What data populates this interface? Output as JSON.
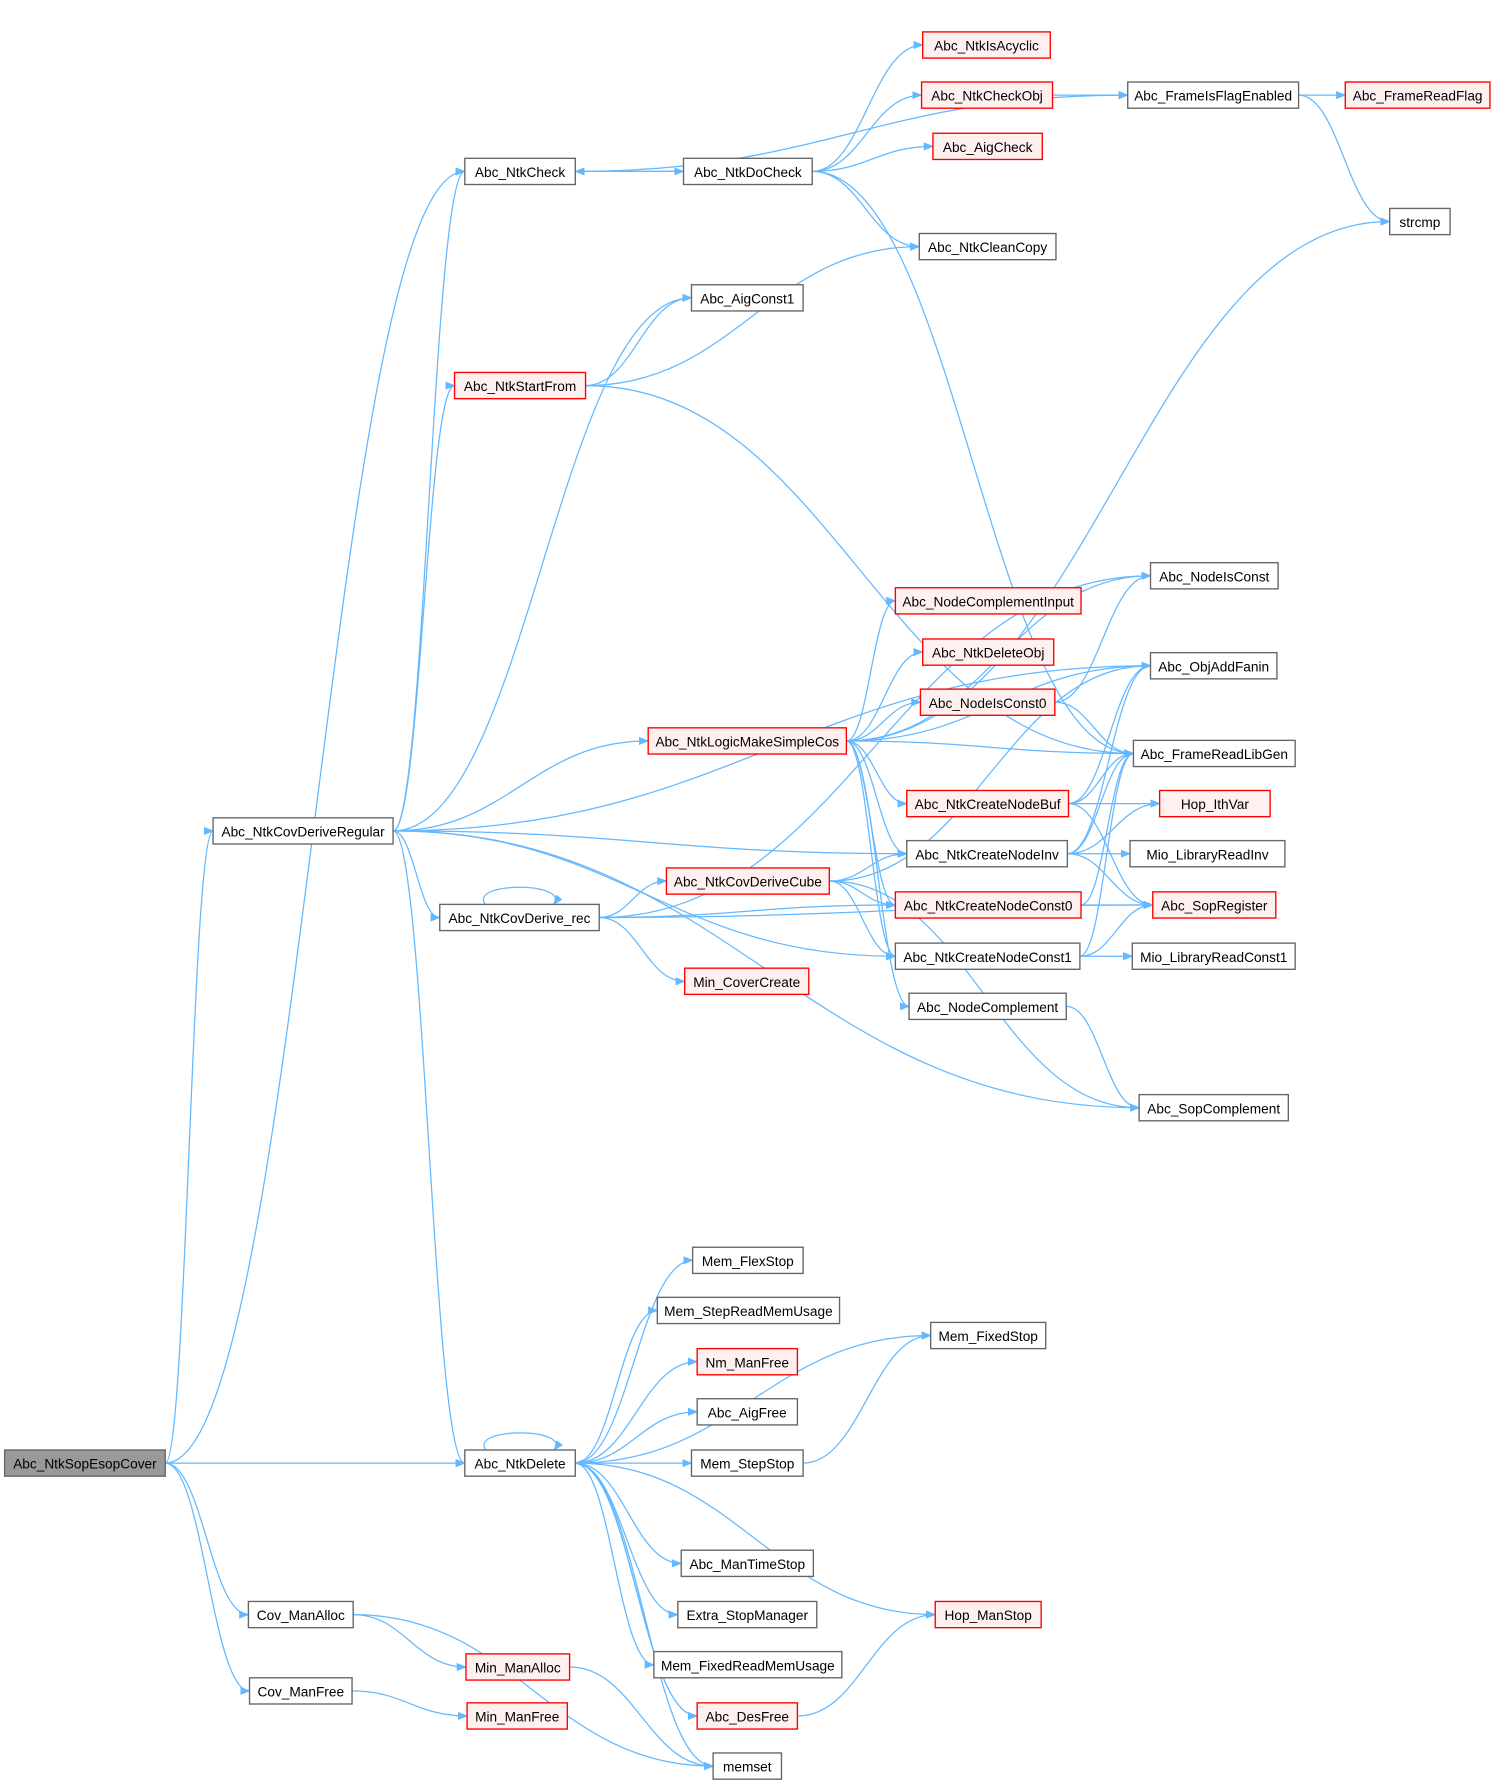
{
  "graph": {
    "title": "Call graph of Abc_NtkSopEsopCover",
    "colors": {
      "edge": "#63b8ff",
      "root_fill": "#999999",
      "red_border": "#ff0000",
      "red_fill": "#fff0f0",
      "normal_border": "#666666"
    },
    "nodes": [
      {
        "id": "root",
        "label": "Abc_NtkSopEsopCover",
        "style": "root"
      },
      {
        "id": "covreg",
        "label": "Abc_NtkCovDeriveRegular",
        "style": "normal"
      },
      {
        "id": "ntkcheck",
        "label": "Abc_NtkCheck",
        "style": "normal"
      },
      {
        "id": "docheck",
        "label": "Abc_NtkDoCheck",
        "style": "normal"
      },
      {
        "id": "acyclic",
        "label": "Abc_NtkIsAcyclic",
        "style": "red"
      },
      {
        "id": "checkobj",
        "label": "Abc_NtkCheckObj",
        "style": "red"
      },
      {
        "id": "aigcheck",
        "label": "Abc_AigCheck",
        "style": "red"
      },
      {
        "id": "cleancopy",
        "label": "Abc_NtkCleanCopy",
        "style": "normal"
      },
      {
        "id": "flagen",
        "label": "Abc_FrameIsFlagEnabled",
        "style": "normal"
      },
      {
        "id": "readflag",
        "label": "Abc_FrameReadFlag",
        "style": "red"
      },
      {
        "id": "strcmp",
        "label": "strcmp",
        "style": "normal"
      },
      {
        "id": "aigconst1",
        "label": "Abc_AigConst1",
        "style": "normal"
      },
      {
        "id": "startfrom",
        "label": "Abc_NtkStartFrom",
        "style": "red"
      },
      {
        "id": "nodeisconst",
        "label": "Abc_NodeIsConst",
        "style": "normal"
      },
      {
        "id": "compinput",
        "label": "Abc_NodeComplementInput",
        "style": "red"
      },
      {
        "id": "deleteobj",
        "label": "Abc_NtkDeleteObj",
        "style": "red"
      },
      {
        "id": "addfanin",
        "label": "Abc_ObjAddFanin",
        "style": "normal"
      },
      {
        "id": "isconst0",
        "label": "Abc_NodeIsConst0",
        "style": "red"
      },
      {
        "id": "simplecos",
        "label": "Abc_NtkLogicMakeSimpleCos",
        "style": "red"
      },
      {
        "id": "libgen",
        "label": "Abc_FrameReadLibGen",
        "style": "normal"
      },
      {
        "id": "nodebuf",
        "label": "Abc_NtkCreateNodeBuf",
        "style": "red"
      },
      {
        "id": "ithvar",
        "label": "Hop_IthVar",
        "style": "red"
      },
      {
        "id": "nodeinv",
        "label": "Abc_NtkCreateNodeInv",
        "style": "normal"
      },
      {
        "id": "readinv",
        "label": "Mio_LibraryReadInv",
        "style": "normal"
      },
      {
        "id": "derivecube",
        "label": "Abc_NtkCovDeriveCube",
        "style": "red"
      },
      {
        "id": "deriverec",
        "label": "Abc_NtkCovDerive_rec",
        "style": "normal"
      },
      {
        "id": "const0",
        "label": "Abc_NtkCreateNodeConst0",
        "style": "red"
      },
      {
        "id": "sopreg",
        "label": "Abc_SopRegister",
        "style": "red"
      },
      {
        "id": "const1",
        "label": "Abc_NtkCreateNodeConst1",
        "style": "normal"
      },
      {
        "id": "readconst1",
        "label": "Mio_LibraryReadConst1",
        "style": "normal"
      },
      {
        "id": "covercreate",
        "label": "Min_CoverCreate",
        "style": "red"
      },
      {
        "id": "nodecomp",
        "label": "Abc_NodeComplement",
        "style": "normal"
      },
      {
        "id": "sopcomp",
        "label": "Abc_SopComplement",
        "style": "normal"
      },
      {
        "id": "flexstop",
        "label": "Mem_FlexStop",
        "style": "normal"
      },
      {
        "id": "stepusage",
        "label": "Mem_StepReadMemUsage",
        "style": "normal"
      },
      {
        "id": "fixedstop",
        "label": "Mem_FixedStop",
        "style": "normal"
      },
      {
        "id": "nmfree",
        "label": "Nm_ManFree",
        "style": "red"
      },
      {
        "id": "aigfree",
        "label": "Abc_AigFree",
        "style": "normal"
      },
      {
        "id": "ntkdelete",
        "label": "Abc_NtkDelete",
        "style": "normal"
      },
      {
        "id": "stepstop",
        "label": "Mem_StepStop",
        "style": "normal"
      },
      {
        "id": "timestop",
        "label": "Abc_ManTimeStop",
        "style": "normal"
      },
      {
        "id": "extrastop",
        "label": "Extra_StopManager",
        "style": "normal"
      },
      {
        "id": "hopstop",
        "label": "Hop_ManStop",
        "style": "red"
      },
      {
        "id": "fixedusage",
        "label": "Mem_FixedReadMemUsage",
        "style": "normal"
      },
      {
        "id": "covalloc",
        "label": "Cov_ManAlloc",
        "style": "normal"
      },
      {
        "id": "minalloc",
        "label": "Min_ManAlloc",
        "style": "red"
      },
      {
        "id": "covfree",
        "label": "Cov_ManFree",
        "style": "normal"
      },
      {
        "id": "minfree",
        "label": "Min_ManFree",
        "style": "red"
      },
      {
        "id": "desfree",
        "label": "Abc_DesFree",
        "style": "red"
      },
      {
        "id": "memset",
        "label": "memset",
        "style": "normal"
      }
    ],
    "edges": [
      [
        "root",
        "ntkcheck"
      ],
      [
        "root",
        "covreg"
      ],
      [
        "root",
        "ntkdelete"
      ],
      [
        "root",
        "covalloc"
      ],
      [
        "root",
        "covfree"
      ],
      [
        "covreg",
        "ntkcheck"
      ],
      [
        "covreg",
        "aigconst1"
      ],
      [
        "covreg",
        "startfrom"
      ],
      [
        "covreg",
        "addfanin"
      ],
      [
        "covreg",
        "simplecos"
      ],
      [
        "covreg",
        "nodeinv"
      ],
      [
        "covreg",
        "deriverec"
      ],
      [
        "covreg",
        "const1"
      ],
      [
        "covreg",
        "sopcomp"
      ],
      [
        "covreg",
        "ntkdelete"
      ],
      [
        "ntkcheck",
        "docheck"
      ],
      [
        "ntkcheck",
        "flagen"
      ],
      [
        "docheck",
        "ntkcheck"
      ],
      [
        "docheck",
        "acyclic"
      ],
      [
        "docheck",
        "checkobj"
      ],
      [
        "docheck",
        "aigcheck"
      ],
      [
        "docheck",
        "cleancopy"
      ],
      [
        "docheck",
        "libgen"
      ],
      [
        "checkobj",
        "flagen"
      ],
      [
        "flagen",
        "readflag"
      ],
      [
        "flagen",
        "strcmp"
      ],
      [
        "startfrom",
        "aigconst1"
      ],
      [
        "startfrom",
        "cleancopy"
      ],
      [
        "startfrom",
        "libgen"
      ],
      [
        "deriverec",
        "deriverec"
      ],
      [
        "deriverec",
        "derivecube"
      ],
      [
        "deriverec",
        "const0"
      ],
      [
        "deriverec",
        "covercreate"
      ],
      [
        "deriverec",
        "nodeisconst"
      ],
      [
        "deriverec",
        "sopreg"
      ],
      [
        "simplecos",
        "strcmp"
      ],
      [
        "simplecos",
        "nodeisconst"
      ],
      [
        "simplecos",
        "addfanin"
      ],
      [
        "simplecos",
        "compinput"
      ],
      [
        "simplecos",
        "deleteobj"
      ],
      [
        "simplecos",
        "isconst0"
      ],
      [
        "simplecos",
        "nodebuf"
      ],
      [
        "simplecos",
        "nodeinv"
      ],
      [
        "simplecos",
        "const0"
      ],
      [
        "simplecos",
        "const1"
      ],
      [
        "simplecos",
        "nodecomp"
      ],
      [
        "simplecos",
        "libgen"
      ],
      [
        "derivecube",
        "nodeinv"
      ],
      [
        "derivecube",
        "const0"
      ],
      [
        "derivecube",
        "const1"
      ],
      [
        "derivecube",
        "addfanin"
      ],
      [
        "derivecube",
        "sopcomp"
      ],
      [
        "isconst0",
        "nodeisconst"
      ],
      [
        "isconst0",
        "libgen"
      ],
      [
        "nodebuf",
        "addfanin"
      ],
      [
        "nodebuf",
        "libgen"
      ],
      [
        "nodebuf",
        "ithvar"
      ],
      [
        "nodebuf",
        "sopreg"
      ],
      [
        "nodeinv",
        "addfanin"
      ],
      [
        "nodeinv",
        "libgen"
      ],
      [
        "nodeinv",
        "ithvar"
      ],
      [
        "nodeinv",
        "readinv"
      ],
      [
        "nodeinv",
        "sopreg"
      ],
      [
        "const0",
        "libgen"
      ],
      [
        "const0",
        "sopreg"
      ],
      [
        "const1",
        "libgen"
      ],
      [
        "const1",
        "sopreg"
      ],
      [
        "const1",
        "readconst1"
      ],
      [
        "nodecomp",
        "sopcomp"
      ],
      [
        "ntkdelete",
        "ntkdelete"
      ],
      [
        "ntkdelete",
        "flexstop"
      ],
      [
        "ntkdelete",
        "stepusage"
      ],
      [
        "ntkdelete",
        "fixedstop"
      ],
      [
        "ntkdelete",
        "nmfree"
      ],
      [
        "ntkdelete",
        "aigfree"
      ],
      [
        "ntkdelete",
        "stepstop"
      ],
      [
        "ntkdelete",
        "timestop"
      ],
      [
        "ntkdelete",
        "extrastop"
      ],
      [
        "ntkdelete",
        "fixedusage"
      ],
      [
        "ntkdelete",
        "hopstop"
      ],
      [
        "ntkdelete",
        "desfree"
      ],
      [
        "ntkdelete",
        "memset"
      ],
      [
        "desfree",
        "ntkdelete"
      ],
      [
        "desfree",
        "hopstop"
      ],
      [
        "stepstop",
        "fixedstop"
      ],
      [
        "covalloc",
        "minalloc"
      ],
      [
        "covalloc",
        "memset"
      ],
      [
        "minalloc",
        "memset"
      ],
      [
        "covfree",
        "minfree"
      ]
    ]
  }
}
